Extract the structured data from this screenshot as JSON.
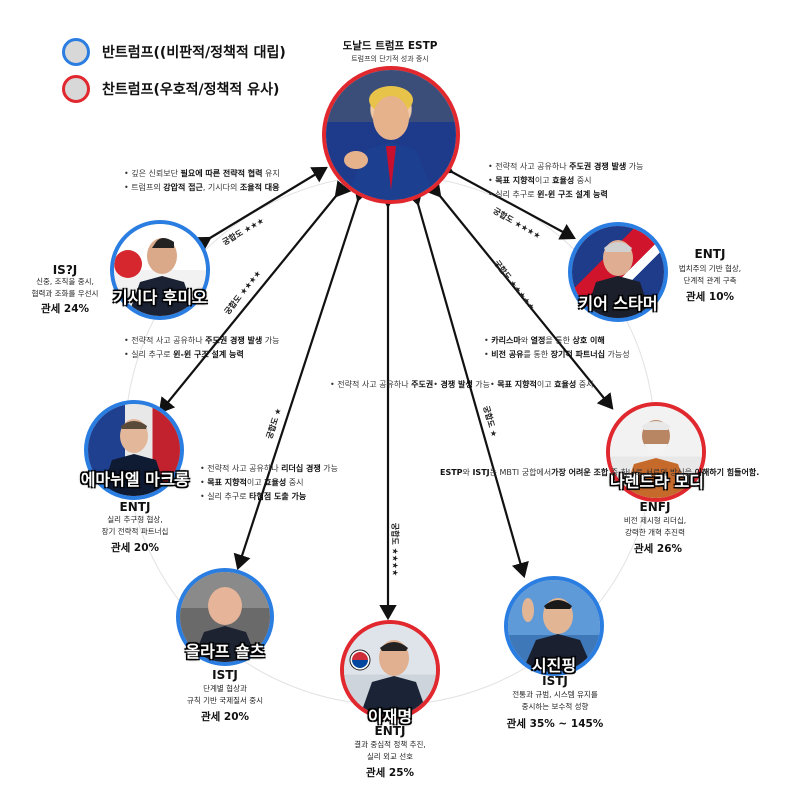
{
  "legend": [
    {
      "label": "반트럼프((비판적/정책적 대립)",
      "color": "#2a7de1"
    },
    {
      "label": "찬트럼프(우호적/정책적 유사)",
      "color": "#e0282e"
    }
  ],
  "center": {
    "title": "도날드 트럼프 ESTP",
    "subtitle": "트럼프의 단기적 성과 중시",
    "ring_color": "#e0282e"
  },
  "leaders": {
    "kishida": {
      "name": "기시다 후미오",
      "mbti": "IS?J",
      "desc1": "신중, 조직을 중시,",
      "desc2": "협력과 조화를 우선시",
      "tariff": "관세 24%",
      "ring": "blue"
    },
    "starmer": {
      "name": "키어 스타머",
      "mbti": "ENTJ",
      "desc1": "법치주의 기반 협상,",
      "desc2": "단계적 관계 구축",
      "tariff": "관세 10%",
      "ring": "blue"
    },
    "macron": {
      "name": "에마뉘엘 마크롱",
      "mbti": "ENTJ",
      "desc1": "실리 추구형 협상,",
      "desc2": "장기 전략적 파트너십",
      "tariff": "관세 20%",
      "ring": "blue"
    },
    "modi": {
      "name": "나렌드라 모디",
      "mbti": "ENFJ",
      "desc1": "비전 제시형 리더십,",
      "desc2": "강력한 개혁 추진력",
      "tariff": "관세 26%",
      "ring": "red"
    },
    "scholz": {
      "name": "올라프 숄츠",
      "mbti": "ISTJ",
      "desc1": "단계별 협상과",
      "desc2": "규칙 기반 국제질서 중시",
      "tariff": "관세 20%",
      "ring": "blue"
    },
    "lee": {
      "name": "이재명",
      "mbti": "ENTJ",
      "desc1": "결과 중심적 정책 추진,",
      "desc2": "실리 외교 선호",
      "tariff": "관세 25%",
      "ring": "red"
    },
    "xi": {
      "name": "시진핑",
      "mbti": "ISTJ",
      "desc1": "전통과 규범, 시스템 유지를",
      "desc2": "중시하는 보수적 성향",
      "tariff": "관세 35% ~ 145%",
      "ring": "blue"
    }
  },
  "compat": {
    "kishida": "궁합도 ★★★",
    "macron": "궁합도 ★★★★",
    "scholz": "궁합도 ★",
    "lee": "궁합도 ★★★★",
    "xi": "궁합도 ★",
    "modi": "궁합도 ★★★★★",
    "starmer": "궁합도 ★★★★"
  },
  "notes": {
    "kishida": [
      {
        "parts": [
          [
            "깊은 신뢰보단 ",
            false
          ],
          [
            "필요에 따른 전략적 협력",
            true
          ],
          [
            " 유지",
            false
          ]
        ]
      },
      {
        "parts": [
          [
            "트럼프의 ",
            false
          ],
          [
            "강압적 접근",
            true
          ],
          [
            ", 기시다의 ",
            false
          ],
          [
            "조율적 대응",
            true
          ]
        ]
      }
    ],
    "starmer": [
      {
        "parts": [
          [
            "전략적 사고 공유하나 ",
            false
          ],
          [
            "주도권 경쟁 발생",
            true
          ],
          [
            " 가능",
            false
          ]
        ]
      },
      {
        "parts": [
          [
            "목표 지향적",
            true
          ],
          [
            "이고 ",
            false
          ],
          [
            "효율성",
            true
          ],
          [
            " 중시",
            false
          ]
        ]
      },
      {
        "parts": [
          [
            "실리 추구로 ",
            false
          ],
          [
            "윈-윈 구조 설계 능력",
            true
          ]
        ]
      }
    ],
    "macron": [
      {
        "parts": [
          [
            "전략적 사고 공유하나 ",
            false
          ],
          [
            "주도권 경쟁 발생",
            true
          ],
          [
            " 가능",
            false
          ]
        ]
      },
      {
        "parts": [
          [
            "실리 추구로 ",
            false
          ],
          [
            "윈-윈 구조 설계 능력",
            true
          ]
        ]
      }
    ],
    "modi": [
      {
        "parts": [
          [
            "카리스마",
            true
          ],
          [
            "와 ",
            false
          ],
          [
            "열정",
            true
          ],
          [
            "을 통한 ",
            false
          ],
          [
            "상호 이해",
            true
          ]
        ]
      },
      {
        "parts": [
          [
            "비전 공유",
            true
          ],
          [
            "를 통한 ",
            false
          ],
          [
            "장기적 파트너십",
            true
          ],
          [
            " 가능성",
            false
          ]
        ]
      }
    ],
    "scholz": [
      {
        "parts": [
          [
            "전략적 사고 공유하나 ",
            false
          ],
          [
            "리더십 경쟁",
            true
          ],
          [
            " 가능",
            false
          ]
        ]
      },
      {
        "parts": [
          [
            "목표 지향적",
            true
          ],
          [
            "이고 ",
            false
          ],
          [
            "효율성",
            true
          ],
          [
            " 중시",
            false
          ]
        ]
      },
      {
        "parts": [
          [
            "실리 추구로 ",
            false
          ],
          [
            "타협점 도출 가능",
            true
          ]
        ]
      }
    ],
    "lee": [
      {
        "parts": [
          [
            "전략적 사고 공유하나 ",
            false
          ],
          [
            "주도권",
            true
          ]
        ]
      },
      {
        "parts": [
          [
            "경쟁 발생",
            true
          ],
          [
            " 가능",
            false
          ]
        ]
      },
      {
        "parts": [
          [
            "목표 지향적",
            true
          ],
          [
            "이고 ",
            false
          ],
          [
            "효율성",
            true
          ],
          [
            " 중시",
            false
          ]
        ]
      }
    ],
    "xi": [
      {
        "parts": [
          [
            "ESTP",
            true
          ],
          [
            "와 ",
            false
          ],
          [
            "ISTJ",
            true
          ],
          [
            "는 MBTI 궁합에서",
            false
          ]
        ]
      },
      {
        "parts": [
          [
            "가장 어려운 조합",
            true
          ],
          [
            " 중 하나로,",
            false
          ]
        ]
      },
      {
        "parts": [
          [
            "서로의 방식을 ",
            false
          ],
          [
            "이해하기 힘들어함.",
            true
          ]
        ]
      }
    ]
  },
  "colors": {
    "blue": "#2a7de1",
    "red": "#e0282e",
    "arrow": "#111111",
    "circle": "#e2e2e2"
  }
}
